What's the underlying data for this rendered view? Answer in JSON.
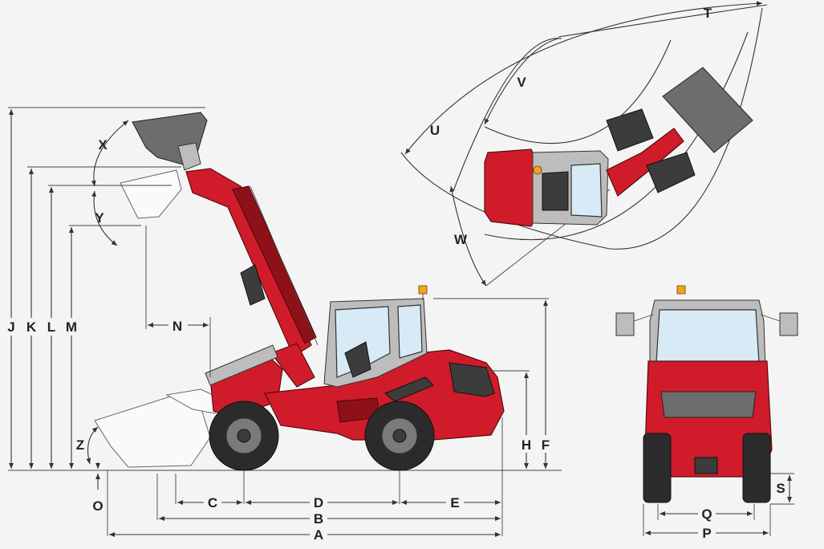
{
  "diagram": {
    "labels": {
      "A": "A",
      "B": "B",
      "C": "C",
      "D": "D",
      "E": "E",
      "F": "F",
      "H": "H",
      "J": "J",
      "K": "K",
      "L": "L",
      "M": "M",
      "N": "N",
      "O": "O",
      "P": "P",
      "Q": "Q",
      "S": "S",
      "T": "T",
      "U": "U",
      "V": "V",
      "W": "W",
      "X": "X",
      "Y": "Y",
      "Z": "Z"
    },
    "colors": {
      "machine_body": "#d01c2a",
      "machine_dark": "#8e1119",
      "tyres": "#2b2b2b",
      "bucket": "#6d6d6d",
      "glass": "#d7eaf5",
      "beacon": "#f3a41a",
      "dimension_lines": "#333333"
    },
    "views": {
      "side": "side-view",
      "top": "top-view",
      "rear": "rear-view"
    }
  }
}
